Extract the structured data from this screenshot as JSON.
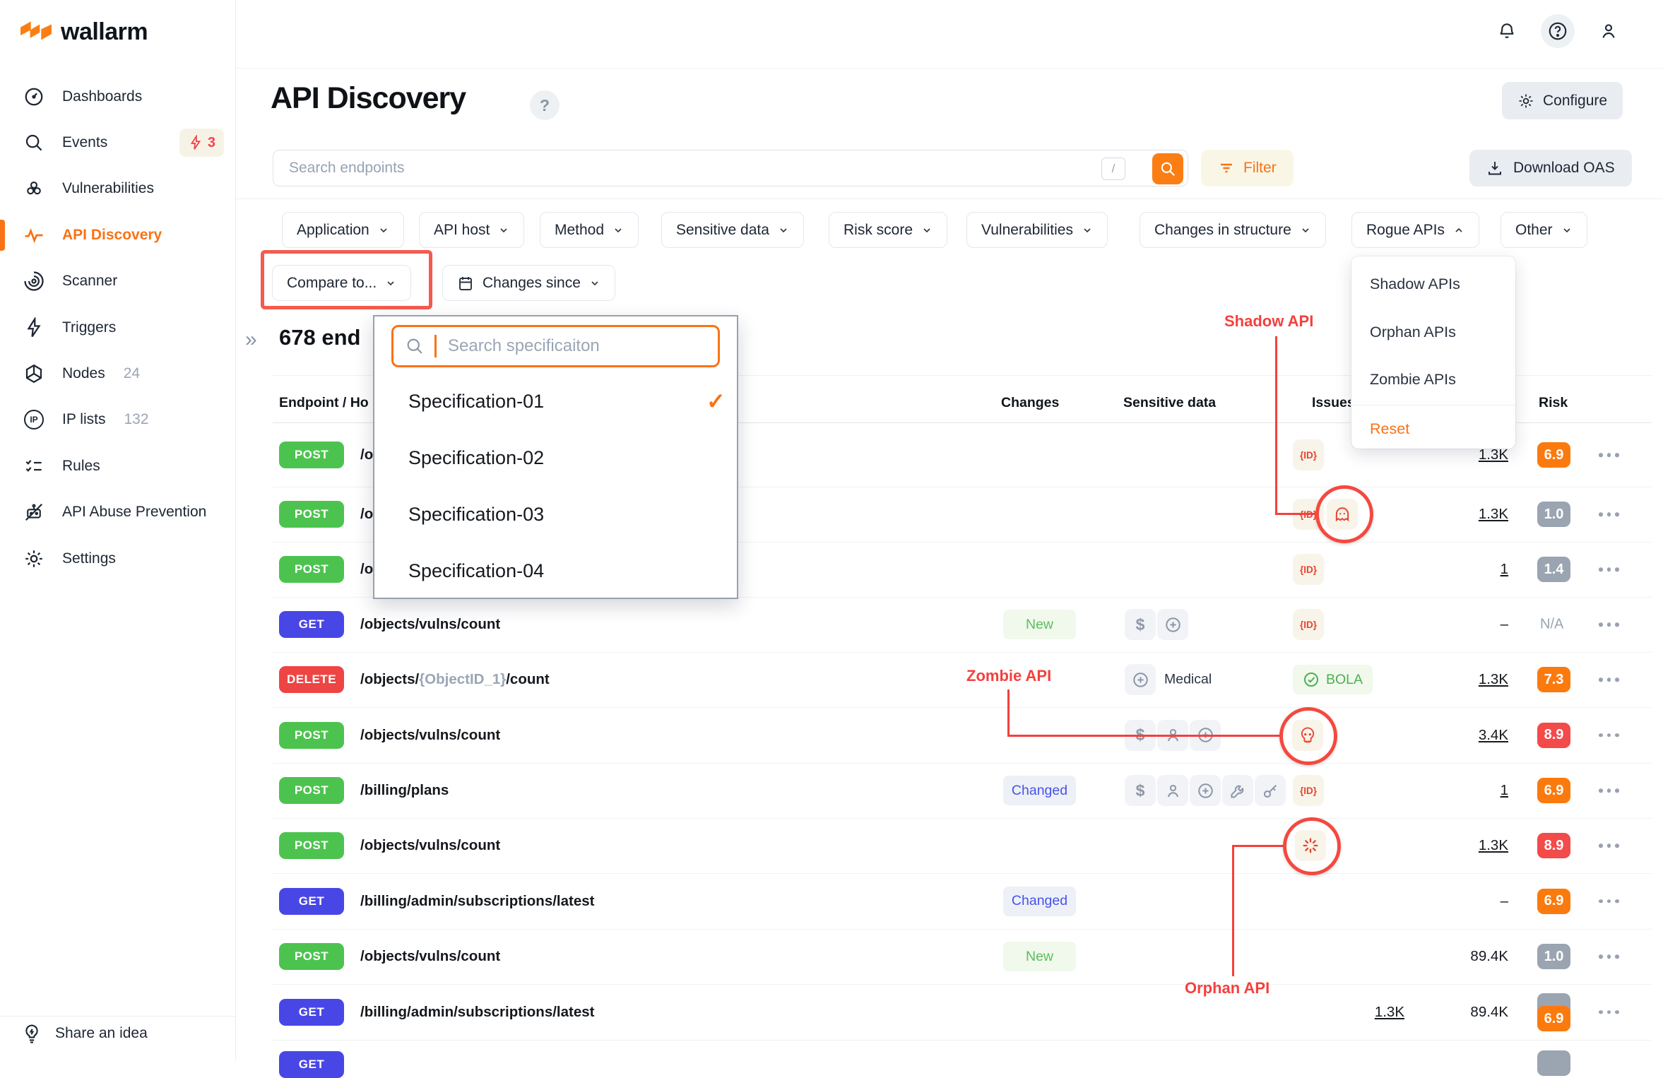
{
  "colors": {
    "accent_orange": "#f97316",
    "logo_orange": "#fb7e14",
    "risk_orange": "#fb7a0e",
    "risk_red": "#f34a4a",
    "risk_gray": "#9ba4b1",
    "method_post": "#4dc34f",
    "method_get": "#4946e6",
    "method_delete": "#ee4444",
    "annotation_red": "#f4403e",
    "changed_blue": "#4753e8",
    "new_green": "#5abf5e",
    "bola_green": "#4cb052"
  },
  "brand": {
    "logo_text": "wallarm"
  },
  "sidebar": {
    "items": [
      {
        "label": "Dashboards"
      },
      {
        "label": "Events",
        "badge": "3"
      },
      {
        "label": "Vulnerabilities"
      },
      {
        "label": "API Discovery"
      },
      {
        "label": "Scanner"
      },
      {
        "label": "Triggers"
      },
      {
        "label": "Nodes",
        "count": "24"
      },
      {
        "label": "IP lists",
        "count": "132"
      },
      {
        "label": "Rules"
      },
      {
        "label": "API Abuse Prevention"
      },
      {
        "label": "Settings"
      }
    ],
    "footer_label": "Share an idea"
  },
  "header": {
    "title": "API Discovery",
    "help_glyph": "?",
    "configure_label": "Configure"
  },
  "toolbar": {
    "search_placeholder": "Search endpoints",
    "search_shortcut": "/",
    "filter_label": "Filter",
    "download_label": "Download OAS"
  },
  "filters": {
    "application": "Application",
    "api_host": "API host",
    "method": "Method",
    "sensitive_data": "Sensitive data",
    "risk_score": "Risk score",
    "vulnerabilities": "Vulnerabilities",
    "changes_in_structure": "Changes in structure",
    "rogue_apis": "Rogue APIs",
    "other": "Other",
    "compare_to": "Compare to...",
    "changes_since": "Changes since"
  },
  "rogue_menu": {
    "items": [
      "Shadow APIs",
      "Orphan APIs",
      "Zombie APIs"
    ],
    "reset_label": "Reset"
  },
  "spec_popup": {
    "search_placeholder": "Search specificaiton",
    "items": [
      {
        "label": "Specification-01",
        "selected": true
      },
      {
        "label": "Specification-02",
        "selected": false
      },
      {
        "label": "Specification-03",
        "selected": false
      },
      {
        "label": "Specification-04",
        "selected": false
      }
    ],
    "check_glyph": "✓"
  },
  "summary": {
    "count_text": "678 end"
  },
  "annotations": {
    "shadow": "Shadow API",
    "zombie": "Zombie API",
    "orphan": "Orphan API"
  },
  "table": {
    "headers": {
      "endpoint": "Endpoint / Ho",
      "changes": "Changes",
      "sensitive": "Sensitive data",
      "issues": "Issues",
      "risk": "Risk"
    },
    "rows": [
      {
        "method": "POST",
        "path": "/ob",
        "issues": [
          "id"
        ],
        "count": "1.3K",
        "risk": "6.9",
        "risk_level": "orange"
      },
      {
        "method": "POST",
        "path": "/ob",
        "issues": [
          "id",
          "ghost"
        ],
        "count": "1.3K",
        "risk": "1.0",
        "risk_level": "gray"
      },
      {
        "method": "POST",
        "path": "/ob",
        "issues": [
          "id"
        ],
        "count": "1",
        "risk": "1.4",
        "risk_level": "gray"
      },
      {
        "method": "GET",
        "path": "/objects/vulns/count",
        "change": "New",
        "sensitive_icons": [
          "dollar",
          "medical"
        ],
        "issues": [
          "id"
        ],
        "count": "–",
        "risk": "N/A",
        "risk_level": "na"
      },
      {
        "method": "DELETE",
        "path_pre": "/objects/",
        "path_param": "{ObjectID_1}",
        "path_post": "/count",
        "sensitive_icons": [
          "medical"
        ],
        "sensitive_label": "Medical",
        "issue_badge": "BOLA",
        "count": "1.3K",
        "risk": "7.3",
        "risk_level": "orange"
      },
      {
        "method": "POST",
        "path": "/objects/vulns/count",
        "sensitive_icons": [
          "dollar",
          "person",
          "medical"
        ],
        "issues": [
          "skull"
        ],
        "count": "3.4K",
        "risk": "8.9",
        "risk_level": "red"
      },
      {
        "method": "POST",
        "path": "/billing/plans",
        "change": "Changed",
        "sensitive_icons": [
          "dollar",
          "person",
          "medical",
          "wrench",
          "key"
        ],
        "issues": [
          "id"
        ],
        "count": "1",
        "risk": "6.9",
        "risk_level": "orange"
      },
      {
        "method": "POST",
        "path": "/objects/vulns/count",
        "issues": [
          "starburst"
        ],
        "count": "1.3K",
        "risk": "8.9",
        "risk_level": "red"
      },
      {
        "method": "GET",
        "path": "/billing/admin/subscriptions/latest",
        "change": "Changed",
        "count": "–",
        "risk": "6.9",
        "risk_level": "orange"
      },
      {
        "method": "POST",
        "path": "/objects/vulns/count",
        "change": "New",
        "hits": "89.4K",
        "risk": "1.0",
        "risk_level": "gray"
      },
      {
        "method": "GET",
        "path": "/billing/admin/subscriptions/latest",
        "count": "1.3K",
        "hits": "89.4K",
        "risk": "6.9",
        "risk_level": "orange"
      },
      {
        "method": "GET",
        "partial": true
      }
    ]
  }
}
